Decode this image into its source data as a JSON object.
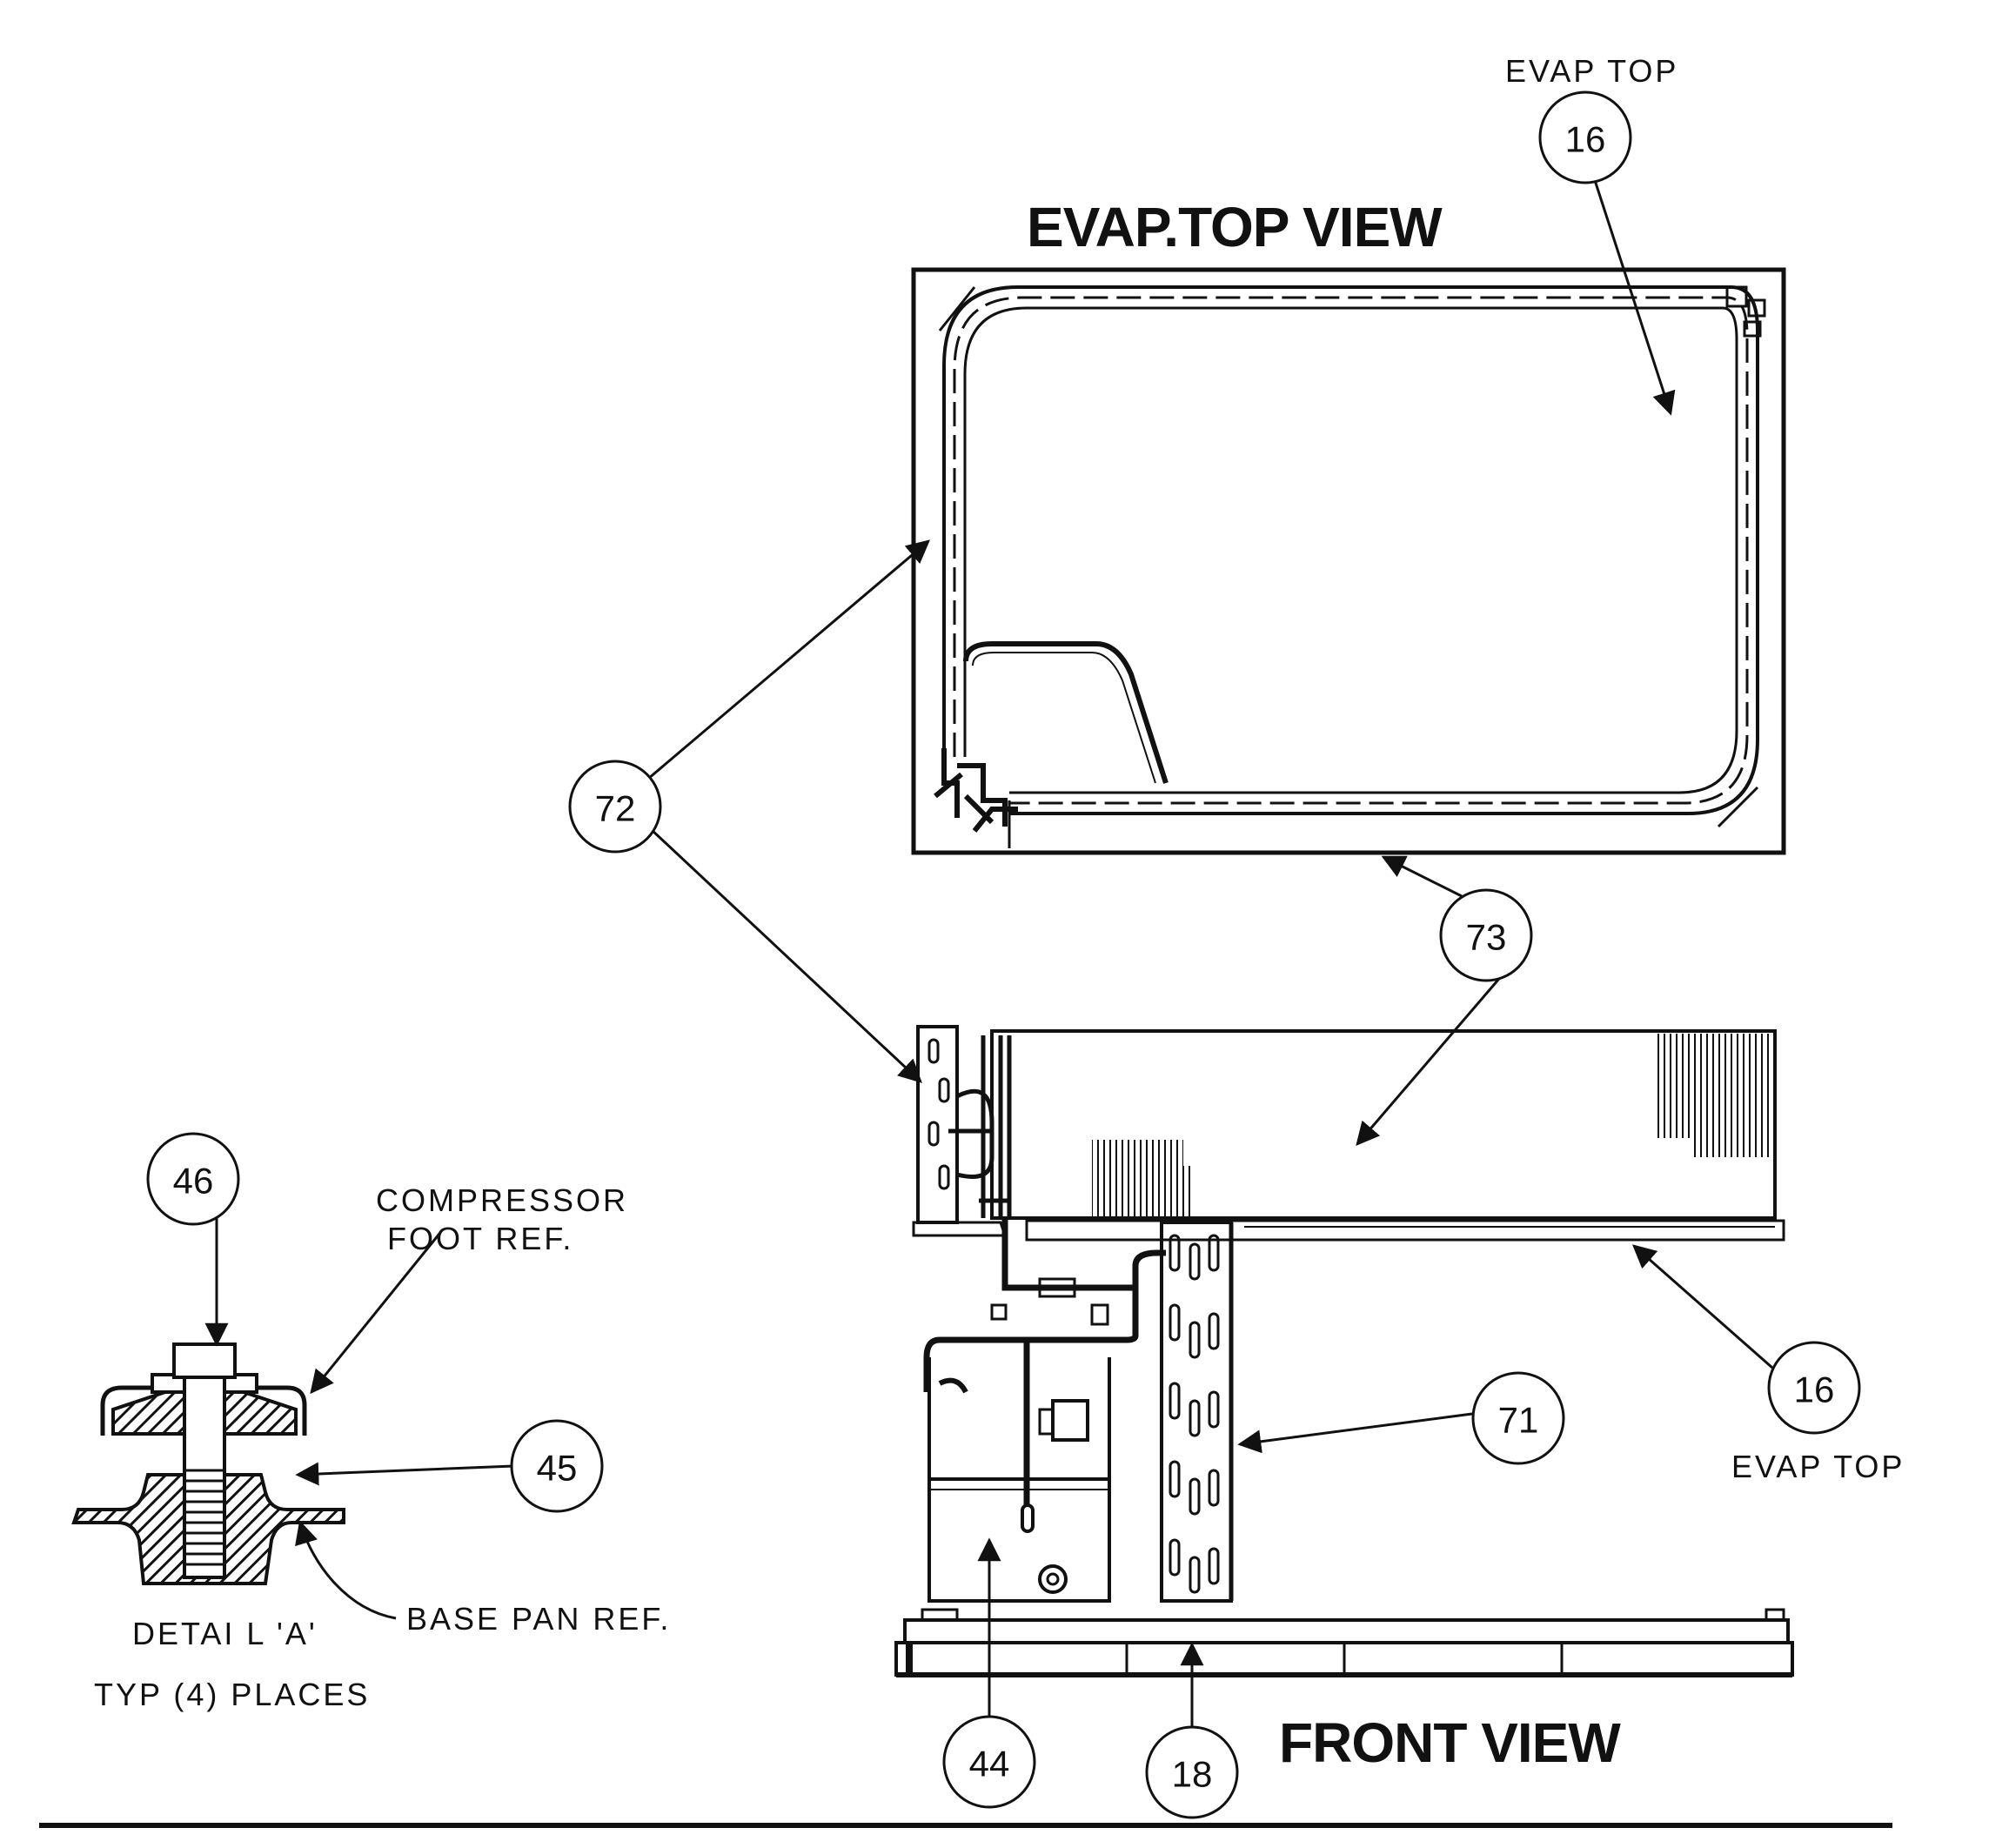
{
  "titles": {
    "top_view": "EVAP.TOP VIEW",
    "front_view": "FRONT VIEW"
  },
  "labels": {
    "evap_top_upper": "EVAP TOP",
    "evap_top_lower": "EVAP TOP",
    "compressor_foot_line1": "COMPRESSOR",
    "compressor_foot_line2": "FOOT REF.",
    "base_pan": "BASE PAN REF.",
    "detail_a": "DETAI L 'A'",
    "typ_places": "TYP (4) PLACES"
  },
  "callouts": {
    "c16_top": "16",
    "c72": "72",
    "c73": "73",
    "c46": "46",
    "c45": "45",
    "c71": "71",
    "c16_right": "16",
    "c44": "44",
    "c18": "18"
  }
}
